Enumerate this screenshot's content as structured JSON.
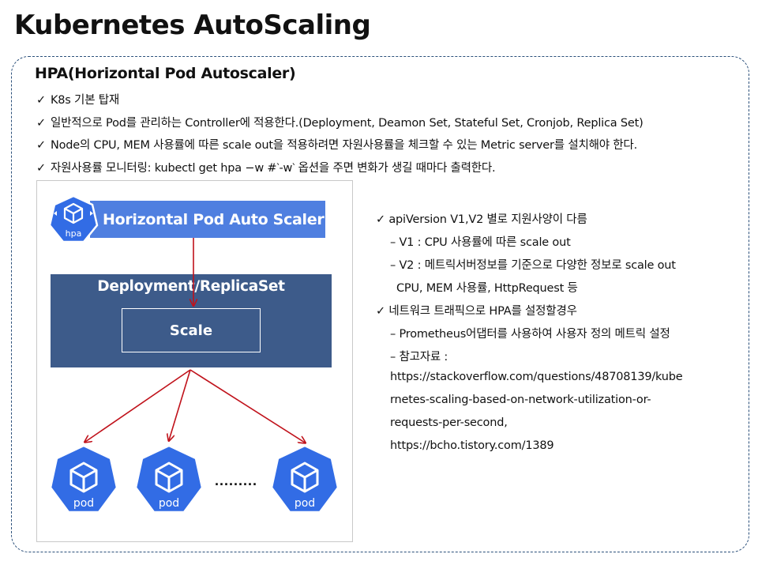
{
  "title": "Kubernetes AutoScaling",
  "section_title": "HPA(Horizontal Pod Autoscaler)",
  "check_mark": "✓",
  "checklist": [
    "K8s 기본 탑재",
    "일반적으로 Pod를 관리하는 Controller에 적용한다.(Deployment,  Deamon Set, Stateful Set, Cronjob, Replica Set)",
    "Node의 CPU, MEM 사용률에 따른 scale out을 적용하려면 자원사용률을 체크할 수 있는 Metric server를 설치해야 한다.",
    "자원사용률 모니터링: kubectl get hpa −w  #‵-w‵ 옵션을 주면 변화가 생길 때마다 출력한다."
  ],
  "diagram": {
    "hpa_header": "Horizontal Pod Auto Scaler",
    "hpa_icon_label": "hpa",
    "deployment_title": "Deployment/ReplicaSet",
    "scale_label": "Scale",
    "pod_label": "pod",
    "ellipsis": ".........",
    "accent_color": "#4f7fe0",
    "box_color": "#3d5b8a",
    "arrow_color": "#c0121b",
    "pod_color": "#326ce5"
  },
  "right_notes": [
    "✓ apiVersion V1,V2 별로 지원사양이 다름",
    "– V1 : CPU 사용률에 따른 scale out",
    "– V2 : 메트릭서버정보를 기준으로 다양한 정보로 scale out",
    "CPU, MEM 사용률, HttpRequest 등",
    "✓ 네트워크 트래픽으로 HPA를 설정할경우",
    "– Prometheus어댑터를 사용하여 사용자 정의 메트릭 설정",
    "– 참고자료 :",
    "https://stackoverflow.com/questions/48708139/kube",
    "rnetes-scaling-based-on-network-utilization-or-",
    "requests-per-second,",
    "https://bcho.tistory.com/1389"
  ]
}
